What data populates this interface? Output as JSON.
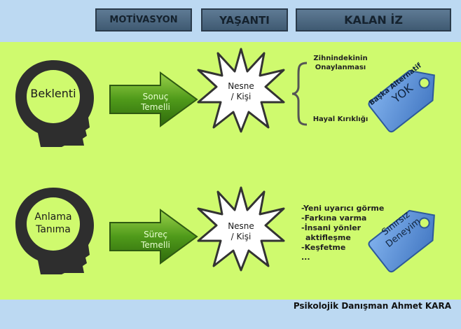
{
  "header": {
    "tabs": [
      {
        "label": "MOTİVASYON"
      },
      {
        "label": "YAŞANTI"
      },
      {
        "label": "KALAN İZ"
      }
    ]
  },
  "rows": [
    {
      "head_label_lines": [
        "Beklenti"
      ],
      "arrow_label_lines": [
        "Sonuç",
        "Temelli"
      ],
      "star_label_lines": [
        "Nesne",
        "/ Kişi"
      ],
      "brace_top_lines": [
        "Zihnindekinin",
        "Onaylanması"
      ],
      "brace_bottom": "Hayal Kırıklığı",
      "tag_lines": [
        "Başka Alternatif",
        "YOK"
      ]
    },
    {
      "head_label_lines": [
        "Anlama",
        "Tanıma"
      ],
      "arrow_label_lines": [
        "Süreç",
        "Temelli"
      ],
      "star_label_lines": [
        "Nesne",
        "/ Kişi"
      ],
      "list_items": [
        "-Yeni uyarıcı görme",
        "-Farkına varma",
        "-İnsani yönler",
        "  aktifleşme",
        "-Keşfetme",
        "..."
      ],
      "tag_lines": [
        "Sınırsız",
        "Deneyim"
      ]
    }
  ],
  "footer": {
    "credit": "Psikolojik Danışman Ahmet KARA"
  },
  "colors": {
    "panel": "#cffa6e",
    "background": "#bcd9f2",
    "header_tab": "#4f6a84",
    "head": "#2e2e2e",
    "arrow": "#5aa51e",
    "tag": "#5b8fd6"
  }
}
